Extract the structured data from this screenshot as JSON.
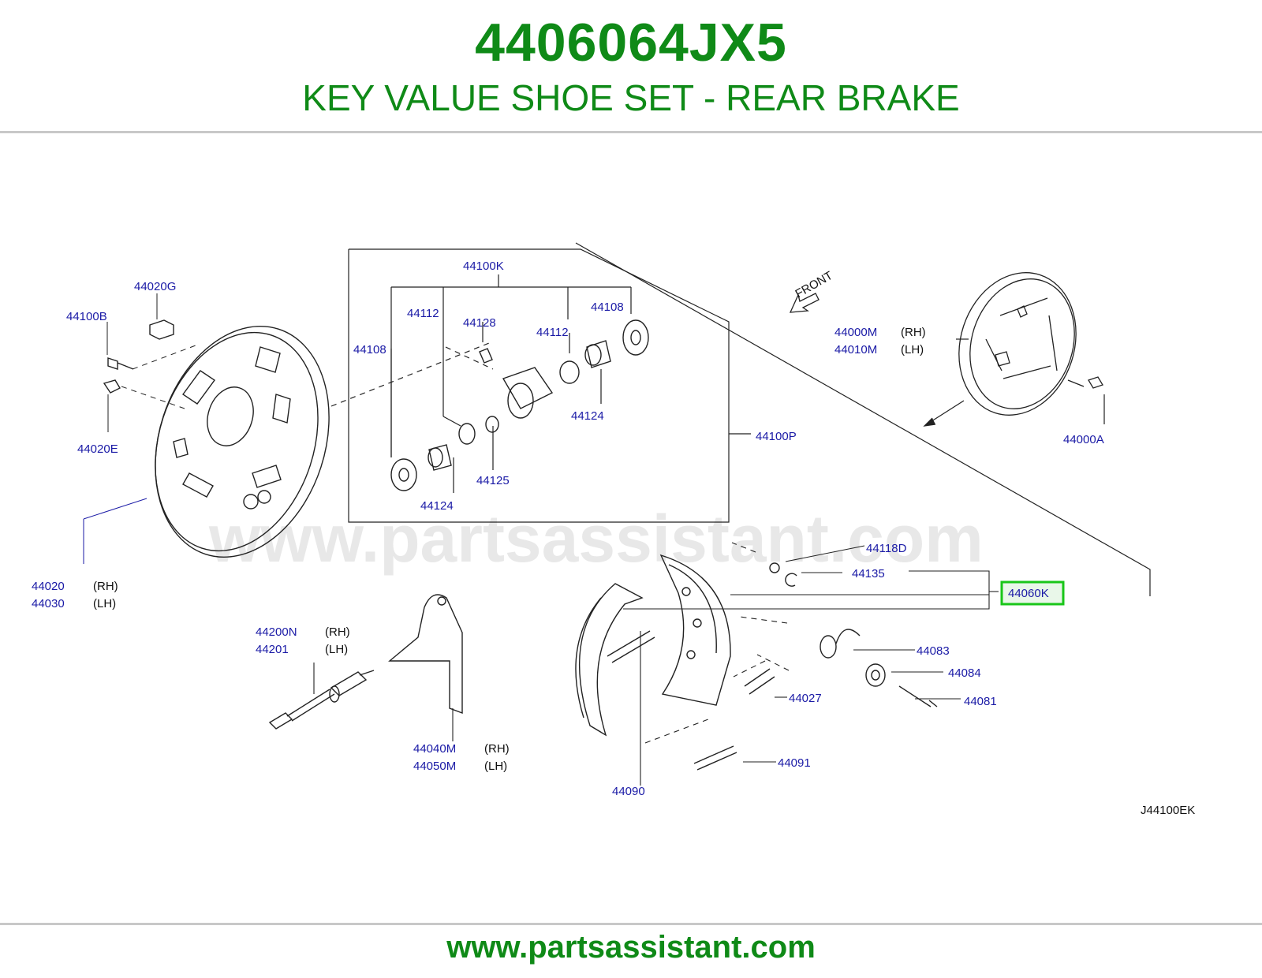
{
  "header": {
    "part_number": "4406064JX5",
    "description": "KEY VALUE SHOE SET - REAR BRAKE"
  },
  "footer": {
    "url": "www.partsassistant.com"
  },
  "diagram": {
    "watermark": "www.partsassistant.com",
    "code": "J44100EK",
    "front_label": "FRONT",
    "highlight_color": "#19c619",
    "labels": {
      "l44020g": "44020G",
      "l44100b": "44100B",
      "l44020e": "44020E",
      "l44020": "44020",
      "l44030": "44030",
      "l44100k": "44100K",
      "l44112a": "44112",
      "l44128": "44128",
      "l44108a": "44108",
      "l44112b": "44112",
      "l44108b": "44108",
      "l44124a": "44124",
      "l44125": "44125",
      "l44124b": "44124",
      "l44100p": "44100P",
      "l44000m": "44000M",
      "l44010m": "44010M",
      "l44000a": "44000A",
      "l44118d": "44118D",
      "l44135": "44135",
      "l44060k": "44060K",
      "l44083": "44083",
      "l44084": "44084",
      "l44081": "44081",
      "l44027": "44027",
      "l44091": "44091",
      "l44090": "44090",
      "l44200n": "44200N",
      "l44201": "44201",
      "l44040m": "44040M",
      "l44050m": "44050M"
    },
    "side": {
      "rh": "(RH)",
      "lh": "(LH)"
    }
  }
}
